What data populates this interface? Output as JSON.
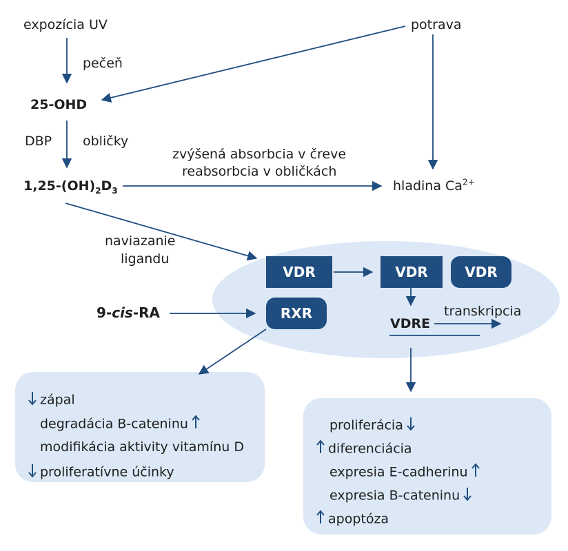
{
  "labels": {
    "uv": "expozícia UV",
    "food": "potrava",
    "liver": "pečeň",
    "ohd25": "25-OHD",
    "dbp": "DBP",
    "kidney": "obličky",
    "absorb1": "zvýšená absorbcia v čreve",
    "absorb2": "reabsorbcia v obličkách",
    "calcitriol_main": "1,25-(OH)",
    "calcitriol_sub1": "2",
    "calcitriol_d": "D",
    "calcitriol_sub2": "3",
    "calcium": "hladina Ca",
    "calcium_sup": "2+",
    "binding1": "naviazanie",
    "binding2": "ligandu",
    "vdr": "VDR",
    "rxr": "RXR",
    "cisra_pre": "9-",
    "cisra_it": "cis",
    "cisra_post": "-RA",
    "vdre": "VDRE",
    "transcription": "transkripcia"
  },
  "left_effects": [
    {
      "text": "zápal",
      "arrow": "down",
      "side": "left"
    },
    {
      "text": "degradácia B-cateninu",
      "arrow": "up",
      "side": "right"
    },
    {
      "text": "modifikácia aktivity vitamínu D",
      "arrow": "",
      "side": ""
    },
    {
      "text": "proliferatívne účinky",
      "arrow": "down",
      "side": "left"
    }
  ],
  "right_effects": [
    {
      "text": "proliferácia",
      "arrow": "down",
      "side": "right"
    },
    {
      "text": "diferenciácia",
      "arrow": "up",
      "side": "left"
    },
    {
      "text": "expresia E-cadherinu",
      "arrow": "up",
      "side": "right"
    },
    {
      "text": "expresia B-cateninu",
      "arrow": "down",
      "side": "right"
    },
    {
      "text": "apoptóza",
      "arrow": "up",
      "side": "left"
    }
  ],
  "colors": {
    "arrow": "#1f4d80",
    "box": "#1f4d80",
    "panel": "#dce8f6"
  }
}
